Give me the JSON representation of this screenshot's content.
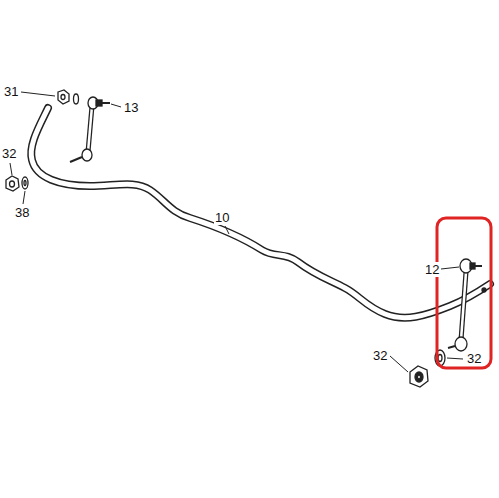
{
  "diagram": {
    "labels": [
      "31",
      "13",
      "32",
      "38",
      "10",
      "12",
      "32",
      "32"
    ]
  }
}
